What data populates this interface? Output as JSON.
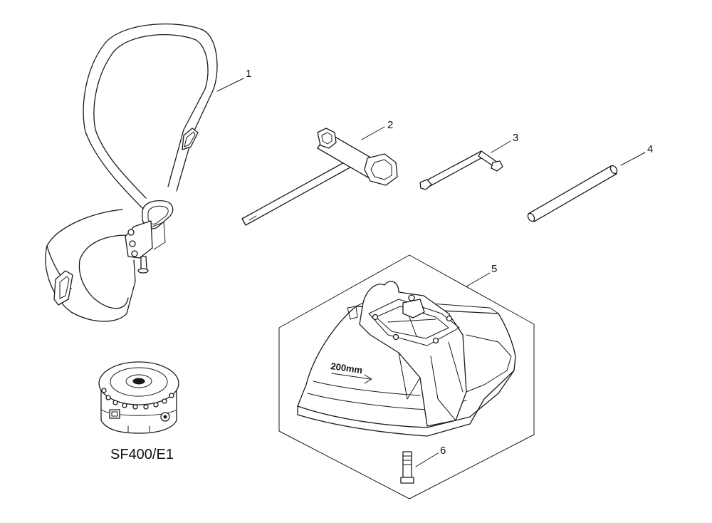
{
  "callouts": {
    "c1": "1",
    "c2": "2",
    "c3": "3",
    "c4": "4",
    "c5": "5",
    "c6": "6"
  },
  "model_label": "SF400/E1",
  "guard_embossing": "200mm",
  "colors": {
    "line": "#1a1a1a",
    "background": "#ffffff"
  }
}
